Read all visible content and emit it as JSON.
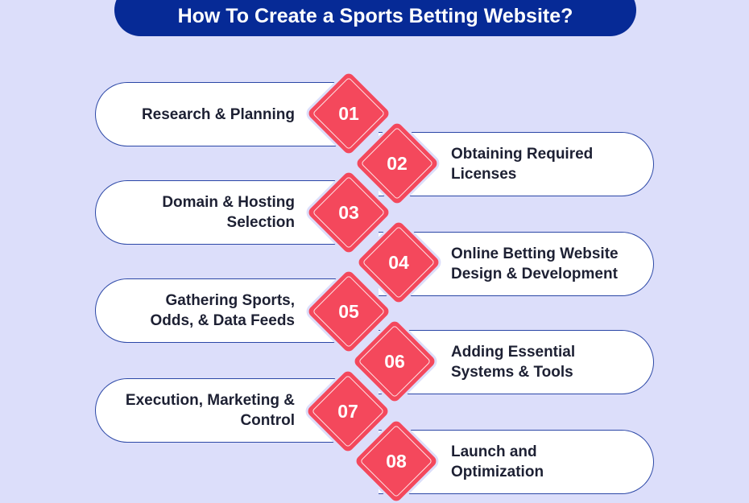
{
  "title": "How To Create a Sports Betting Website?",
  "colors": {
    "background": "#dcdefa",
    "title_bg": "#062a96",
    "diamond": "#f4485c",
    "pill_border": "#2b47a6",
    "text": "#1d2033"
  },
  "steps": [
    {
      "number": "01",
      "label": "Research & Planning"
    },
    {
      "number": "02",
      "label": "Obtaining Required Licenses"
    },
    {
      "number": "03",
      "label": "Domain & Hosting Selection"
    },
    {
      "number": "04",
      "label": "Online Betting Website Design & Development"
    },
    {
      "number": "05",
      "label": "Gathering Sports, Odds, & Data Feeds"
    },
    {
      "number": "06",
      "label": "Adding Essential Systems & Tools"
    },
    {
      "number": "07",
      "label": "Execution, Marketing & Control"
    },
    {
      "number": "08",
      "label": "Launch and Optimization"
    }
  ]
}
